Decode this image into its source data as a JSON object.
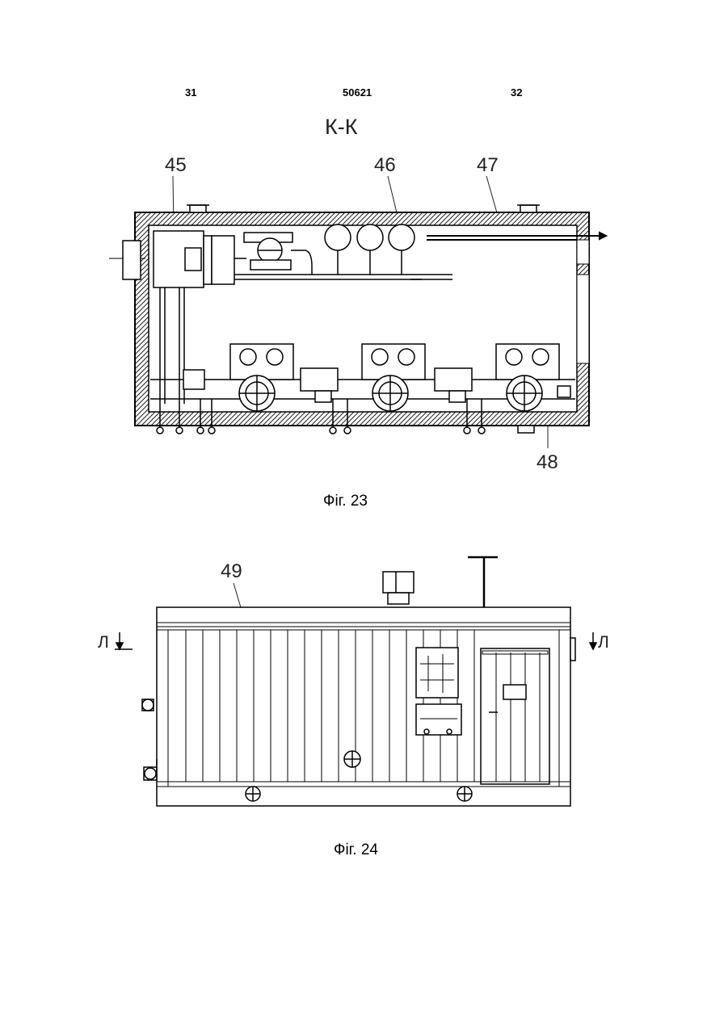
{
  "header": {
    "page_left": "31",
    "patent_number": "50621",
    "page_right": "32"
  },
  "figure23": {
    "section_title": "К-К",
    "refs": [
      "45",
      "46",
      "47",
      "48"
    ],
    "caption": "Фіг. 23"
  },
  "figure24": {
    "ref": "49",
    "section_mark_left": "Л",
    "section_mark_right": "Л",
    "caption": "Фіг. 24"
  }
}
